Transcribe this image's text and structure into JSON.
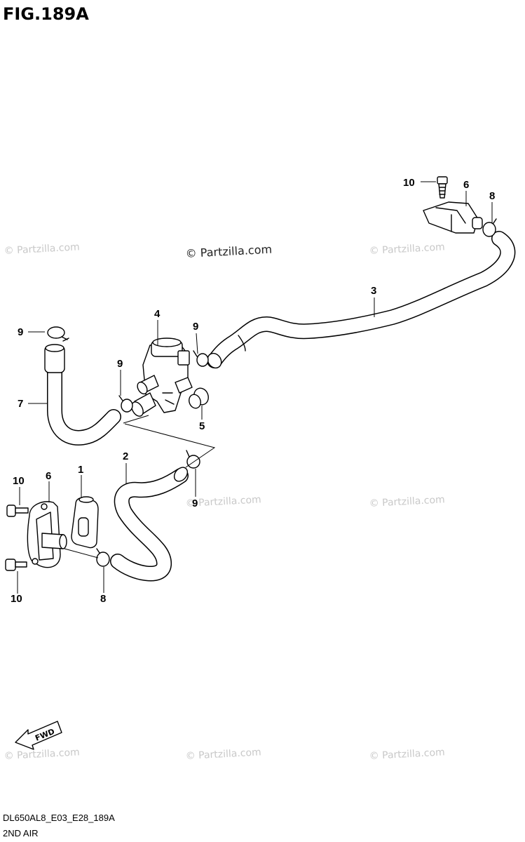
{
  "figure_title": "FIG.189A",
  "watermarks": {
    "small": "© Partzilla.com",
    "center": "© Partzilla.com"
  },
  "callouts": {
    "p1": "1",
    "p2": "2",
    "p3": "3",
    "p4": "4",
    "p5": "5",
    "p6_top": "6",
    "p6_left": "6",
    "p7": "7",
    "p8_top": "8",
    "p8_bottom": "8",
    "p9_left": "9",
    "p9_mid": "9",
    "p9_valve": "9",
    "p9_lower": "9",
    "p10_top": "10",
    "p10_left_upper": "10",
    "p10_left_lower": "10"
  },
  "fwd_label": "FWD",
  "footer": {
    "code": "DL650AL8_E03_E28_189A",
    "title": "2ND AIR"
  }
}
